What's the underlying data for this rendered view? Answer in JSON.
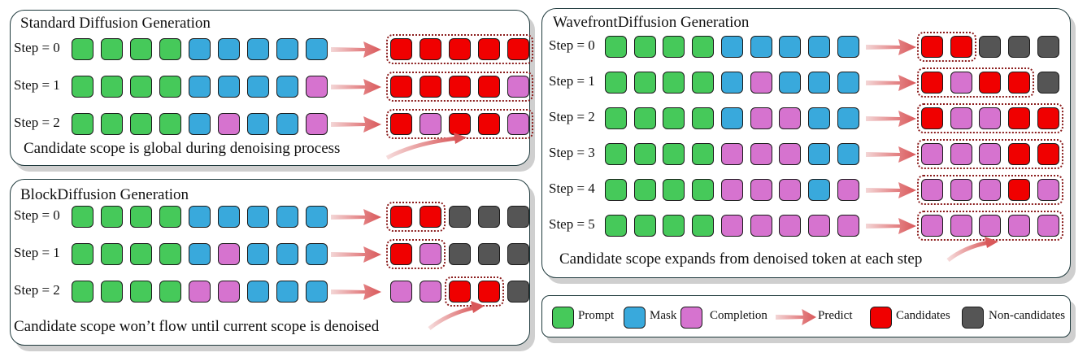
{
  "panels": {
    "standard": {
      "title": "Standard Diffusion Generation",
      "steps": [
        {
          "label": "Step = 0",
          "input": [
            "prompt",
            "prompt",
            "prompt",
            "prompt",
            "mask",
            "mask",
            "mask",
            "mask",
            "mask"
          ],
          "output": [
            "cand",
            "cand",
            "cand",
            "cand",
            "cand"
          ]
        },
        {
          "label": "Step = 1",
          "input": [
            "prompt",
            "prompt",
            "prompt",
            "prompt",
            "mask",
            "mask",
            "mask",
            "mask",
            "completion"
          ],
          "output": [
            "cand",
            "cand",
            "cand",
            "cand",
            "completion"
          ]
        },
        {
          "label": "Step = 2",
          "input": [
            "prompt",
            "prompt",
            "prompt",
            "prompt",
            "mask",
            "completion",
            "mask",
            "mask",
            "completion"
          ],
          "output": [
            "cand",
            "completion",
            "cand",
            "cand",
            "completion"
          ]
        }
      ],
      "caption": "Candidate scope is global during denoising process"
    },
    "block": {
      "title": "BlockDiffusion Generation",
      "steps": [
        {
          "label": "Step = 0",
          "input": [
            "prompt",
            "prompt",
            "prompt",
            "prompt",
            "mask",
            "mask",
            "mask",
            "mask",
            "mask"
          ],
          "output": [
            "cand",
            "cand",
            "noncand",
            "noncand",
            "noncand"
          ]
        },
        {
          "label": "Step = 1",
          "input": [
            "prompt",
            "prompt",
            "prompt",
            "prompt",
            "mask",
            "completion",
            "mask",
            "mask",
            "mask"
          ],
          "output": [
            "cand",
            "completion",
            "noncand",
            "noncand",
            "noncand"
          ]
        },
        {
          "label": "Step = 2",
          "input": [
            "prompt",
            "prompt",
            "prompt",
            "prompt",
            "completion",
            "completion",
            "mask",
            "mask",
            "mask"
          ],
          "output": [
            "completion",
            "completion",
            "cand",
            "cand",
            "noncand"
          ]
        }
      ],
      "caption": "Candidate scope won’t flow until current scope is denoised"
    },
    "wavefront": {
      "title": "WavefrontDiffusion Generation",
      "steps": [
        {
          "label": "Step = 0",
          "input": [
            "prompt",
            "prompt",
            "prompt",
            "prompt",
            "mask",
            "mask",
            "mask",
            "mask",
            "mask"
          ],
          "output": [
            "cand",
            "cand",
            "noncand",
            "noncand",
            "noncand"
          ]
        },
        {
          "label": "Step = 1",
          "input": [
            "prompt",
            "prompt",
            "prompt",
            "prompt",
            "mask",
            "completion",
            "mask",
            "mask",
            "mask"
          ],
          "output": [
            "cand",
            "completion",
            "cand",
            "cand",
            "noncand"
          ]
        },
        {
          "label": "Step = 2",
          "input": [
            "prompt",
            "prompt",
            "prompt",
            "prompt",
            "mask",
            "completion",
            "completion",
            "mask",
            "mask"
          ],
          "output": [
            "cand",
            "completion",
            "completion",
            "cand",
            "cand"
          ]
        },
        {
          "label": "Step = 3",
          "input": [
            "prompt",
            "prompt",
            "prompt",
            "prompt",
            "completion",
            "completion",
            "completion",
            "mask",
            "mask"
          ],
          "output": [
            "completion",
            "completion",
            "completion",
            "cand",
            "cand"
          ]
        },
        {
          "label": "Step = 4",
          "input": [
            "prompt",
            "prompt",
            "prompt",
            "prompt",
            "completion",
            "completion",
            "completion",
            "mask",
            "completion"
          ],
          "output": [
            "completion",
            "completion",
            "completion",
            "cand",
            "completion"
          ]
        },
        {
          "label": "Step = 5",
          "input": [
            "prompt",
            "prompt",
            "prompt",
            "prompt",
            "completion",
            "completion",
            "completion",
            "completion",
            "completion"
          ],
          "output": [
            "completion",
            "completion",
            "completion",
            "completion",
            "completion"
          ]
        }
      ],
      "caption": "Candidate scope expands from denoised token at each step"
    }
  },
  "legend": {
    "prompt": "Prompt",
    "mask": "Mask",
    "completion": "Completion",
    "predict": "Predict",
    "candidates": "Candidates",
    "noncandidates": "Non-candidates"
  },
  "colors": {
    "prompt": "#46c95a",
    "mask": "#39a9dc",
    "completion": "#d673cf",
    "candidates": "#f00000",
    "noncandidates": "#555555",
    "arrow": "#d9585a",
    "scope_border": "#8b1d1d"
  }
}
